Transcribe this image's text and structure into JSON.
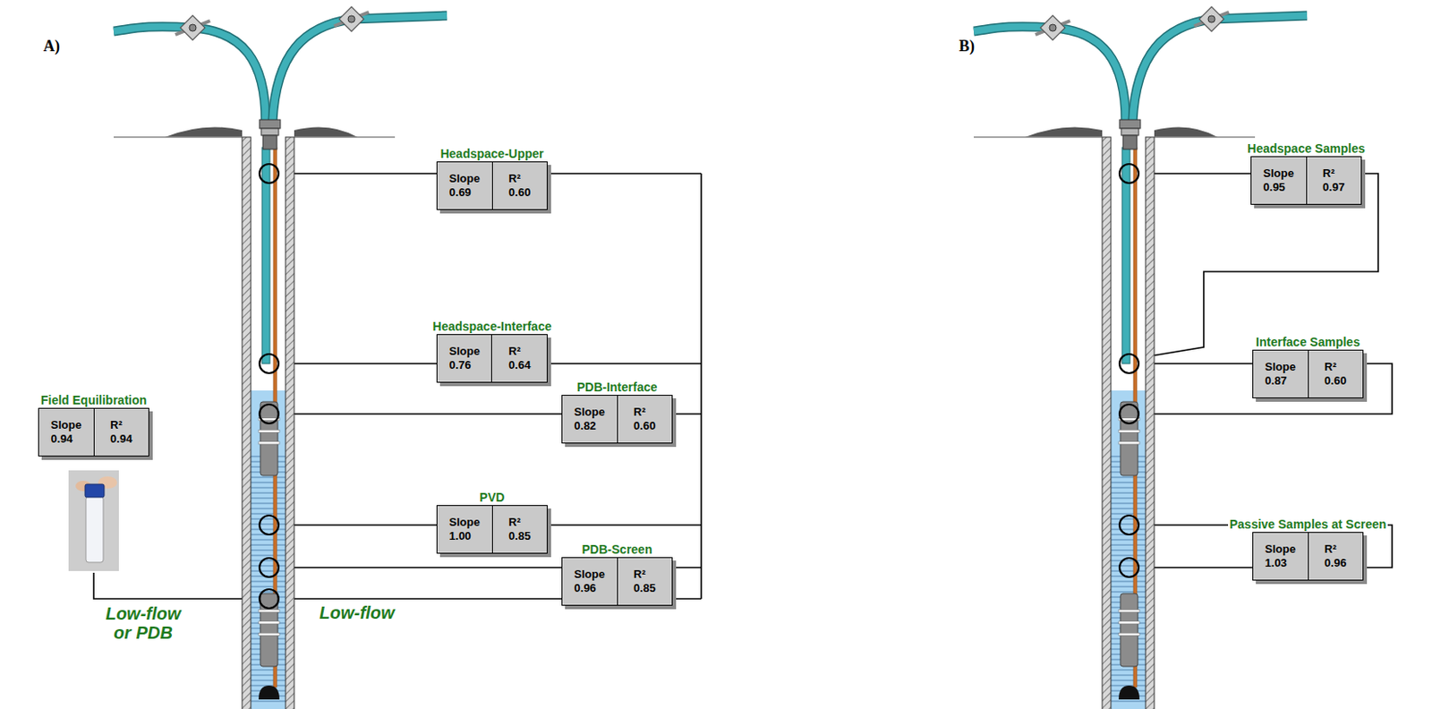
{
  "diagram": {
    "nodes": [
      {
        "text": [
          "Headspace-Upper",
          "Slope 0.69",
          "R² 0.60"
        ]
      },
      {
        "text": [
          "Headspace-Interface",
          "Slope 0.76",
          "R² 0.64"
        ]
      },
      {
        "text": [
          "PDB-Interface",
          "Slope 0.82",
          "R² 0.60"
        ]
      },
      {
        "text": [
          "Field Equilibration",
          "Slope 0.94",
          "R² 0.94"
        ]
      },
      {
        "text": [
          "PVD",
          "Slope 1.00",
          "R² 0.85"
        ]
      },
      {
        "text": [
          "PDB-Screen",
          "Slope 0.96",
          "R² 0.85"
        ]
      },
      {
        "text": [
          "Headspace Samples",
          "Slope 0.95",
          "R² 0.97"
        ]
      },
      {
        "text": [
          "Interface Samples",
          "Slope 0.87",
          "R² 0.60"
        ]
      },
      {
        "text": [
          "Passive Samples at Screen",
          "Slope 1.03",
          "R² 0.96"
        ]
      }
    ],
    "labels": [
      "A)",
      "B)",
      "Low-flow or PDB",
      "Low-flow"
    ]
  }
}
